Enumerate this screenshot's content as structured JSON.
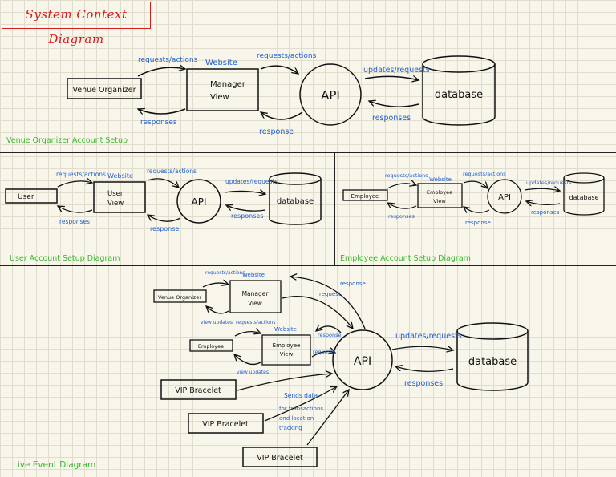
{
  "title": "System Context Diagram",
  "sections": {
    "venue_setup": {
      "caption": "Venue Organizer Account Setup",
      "actor": "Venue Organizer",
      "website_label": "Website",
      "view_line1": "Manager",
      "view_line2": "View",
      "api": "API",
      "database": "database",
      "requests_actions_1": "requests/actions",
      "requests_actions_2": "requests/actions",
      "responses_1": "responses",
      "response_2": "response",
      "updates_requests": "updates/requests",
      "responses_db": "responses"
    },
    "user_setup": {
      "caption": "User Account Setup Diagram",
      "actor": "User",
      "website_label": "Website",
      "view_line1": "User",
      "view_line2": "View",
      "api": "API",
      "database": "database",
      "requests_actions_1": "requests/actions",
      "requests_actions_2": "requests/actions",
      "responses_1": "responses",
      "response_2": "response",
      "updates_requests": "updates/requests",
      "responses_db": "responses"
    },
    "employee_setup": {
      "caption": "Employee Account Setup Diagram",
      "actor": "Employee",
      "website_label": "Website",
      "view_line1": "Employee",
      "view_line2": "View",
      "api": "API",
      "database": "database",
      "requests_actions_1": "requests/actions",
      "requests_actions_2": "requests/actions",
      "responses_1": "responses",
      "response_2": "response",
      "updates_requests": "updates/requests",
      "responses_db": "responses"
    },
    "live_event": {
      "caption": "Live Event Diagram",
      "venue_actor": "Venue Organizer",
      "employee_actor": "Employee",
      "manager_line1": "Manager",
      "manager_line2": "View",
      "employee_view_line1": "Employee",
      "employee_view_line2": "View",
      "website_1": "Website",
      "website_2": "Website",
      "requests_actions_1": "requests/actions",
      "requests_actions_2": "requests/actions",
      "view_updates_1": "view updates",
      "view_updates_2": "view updates",
      "response_top": "response",
      "request_top": "request",
      "response_mid": "response",
      "requests_mid": "requests",
      "api": "API",
      "database": "database",
      "updates_requests": "updates/requests",
      "responses_db": "responses",
      "bracelet_1": "VIP Bracelet",
      "bracelet_2": "VIP Bracelet",
      "bracelet_3": "VIP Bracelet",
      "sends_line1": "Sends data",
      "sends_line2": "for transactions",
      "sends_line3": "and location",
      "sends_line4": "tracking"
    }
  },
  "colors": {
    "ink": "#111111",
    "blue": "#1f5fd0",
    "green": "#3bb52e",
    "red": "#d61b1b"
  }
}
